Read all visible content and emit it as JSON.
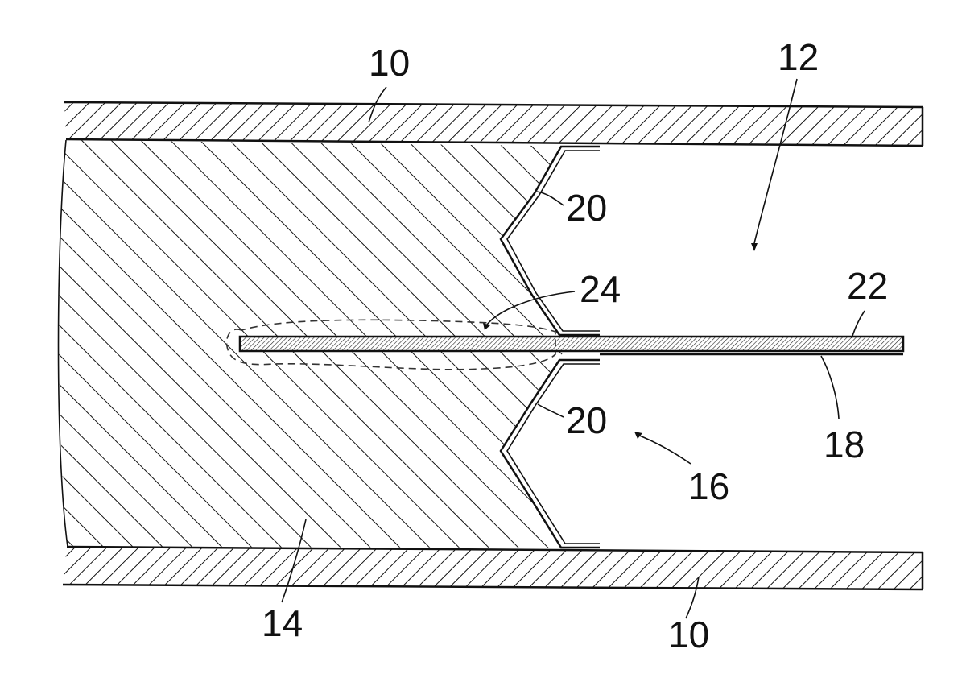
{
  "labels": {
    "ref_10_top": "10",
    "ref_12": "12",
    "ref_20_upper": "20",
    "ref_24": "24",
    "ref_22": "22",
    "ref_20_lower": "20",
    "ref_18": "18",
    "ref_16": "16",
    "ref_14": "14",
    "ref_10_bottom": "10"
  },
  "colors": {
    "line": "#111111",
    "background": "#ffffff"
  }
}
